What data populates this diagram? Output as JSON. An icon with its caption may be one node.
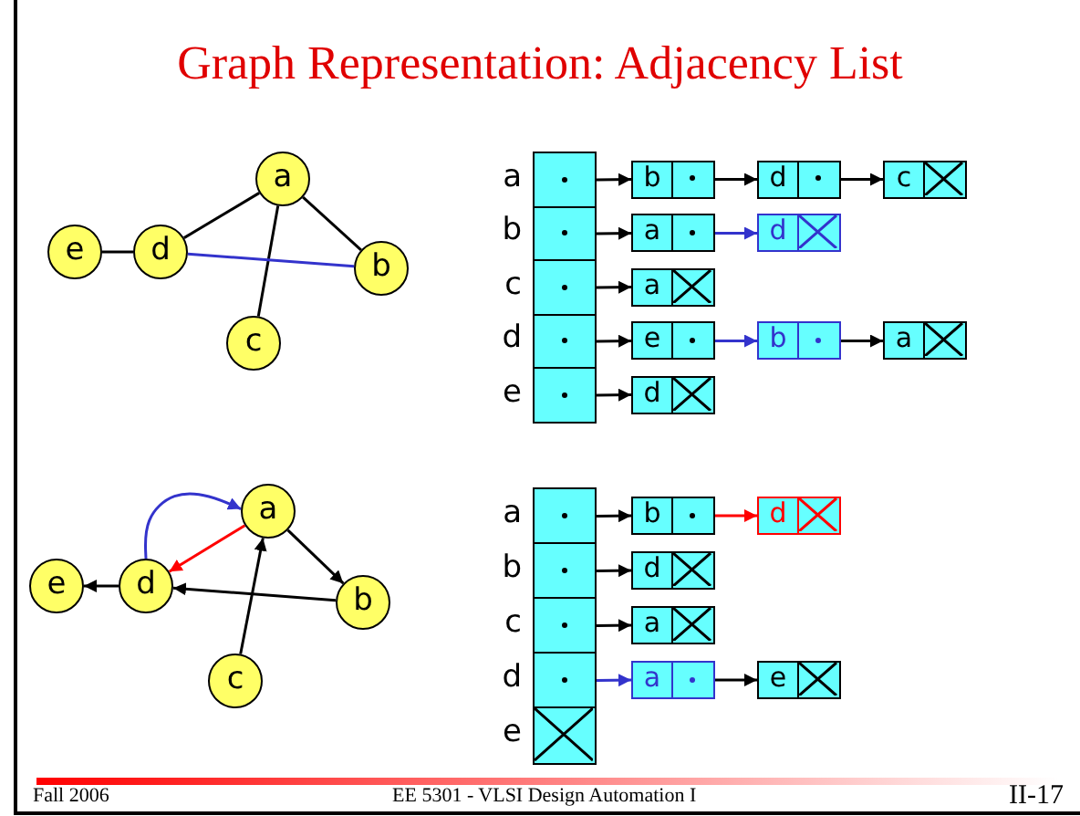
{
  "diagram": {
    "title": "Graph Representation: Adjacency List",
    "nodes": [
      {
        "text": [
          "a"
        ]
      },
      {
        "text": [
          "b"
        ]
      },
      {
        "text": [
          "c"
        ]
      },
      {
        "text": [
          "d"
        ]
      },
      {
        "text": [
          "e"
        ]
      },
      {
        "text": [],
        "shape": "box",
        "beside": [
          "a"
        ]
      },
      {
        "text": [],
        "shape": "box",
        "beside": [
          "b"
        ]
      },
      {
        "text": [],
        "shape": "box",
        "beside": [
          "c"
        ]
      },
      {
        "text": [],
        "shape": "box",
        "beside": [
          "d"
        ]
      },
      {
        "text": [],
        "shape": "box",
        "beside": [
          "e"
        ]
      },
      {
        "text": [
          "b"
        ]
      },
      {
        "text": [
          "d"
        ]
      },
      {
        "text": [
          "c"
        ]
      },
      {
        "text": [
          "a"
        ]
      },
      {
        "text": [
          "d"
        ]
      },
      {
        "text": [
          "a"
        ]
      },
      {
        "text": [
          "e"
        ]
      },
      {
        "text": [
          "b"
        ]
      },
      {
        "text": [
          "a"
        ]
      },
      {
        "text": [
          "d"
        ]
      },
      {
        "text": [
          "a"
        ]
      },
      {
        "text": [
          "b"
        ]
      },
      {
        "text": [
          "c"
        ]
      },
      {
        "text": [
          "d"
        ]
      },
      {
        "text": [
          "e"
        ]
      },
      {
        "text": [],
        "shape": "box",
        "beside": [
          "a"
        ]
      },
      {
        "text": [],
        "shape": "box",
        "beside": [
          "b"
        ]
      },
      {
        "text": [],
        "shape": "box",
        "beside": [
          "c"
        ]
      },
      {
        "text": [],
        "shape": "box",
        "beside": [
          "d"
        ]
      },
      {
        "text": [],
        "shape": "box",
        "beside": [
          "e"
        ]
      },
      {
        "text": [
          "b"
        ]
      },
      {
        "text": [
          "d"
        ]
      },
      {
        "text": [
          "d"
        ]
      },
      {
        "text": [
          "a"
        ]
      },
      {
        "text": [
          "a"
        ]
      },
      {
        "text": [
          "e"
        ]
      }
    ],
    "edges": [
      {
        "from": 3,
        "to": 0,
        "arrow": "none"
      },
      {
        "from": 0,
        "to": 1,
        "arrow": "none"
      },
      {
        "from": 0,
        "to": 2,
        "arrow": "none"
      },
      {
        "from": 4,
        "to": 3,
        "arrow": "none"
      },
      {
        "from": 3,
        "to": 1,
        "arrow": "none",
        "color": "#3333cc"
      },
      {
        "from": 5,
        "to": 10,
        "arrow": "to"
      },
      {
        "from": 10,
        "to": 11,
        "arrow": "to"
      },
      {
        "from": 11,
        "to": 12,
        "arrow": "to"
      },
      {
        "from": 6,
        "to": 13,
        "arrow": "to"
      },
      {
        "from": 13,
        "to": 14,
        "arrow": "to",
        "color": "#3333cc"
      },
      {
        "from": 7,
        "to": 15,
        "arrow": "to"
      },
      {
        "from": 8,
        "to": 16,
        "arrow": "to"
      },
      {
        "from": 16,
        "to": 17,
        "arrow": "to",
        "color": "#3333cc"
      },
      {
        "from": 17,
        "to": 18,
        "arrow": "to"
      },
      {
        "from": 9,
        "to": 19,
        "arrow": "to"
      },
      {
        "from": 20,
        "to": 21,
        "arrow": "to"
      },
      {
        "from": 21,
        "to": 23,
        "arrow": "to"
      },
      {
        "from": 22,
        "to": 20,
        "arrow": "to"
      },
      {
        "from": 23,
        "to": 24,
        "arrow": "to"
      },
      {
        "from": 20,
        "to": 23,
        "arrow": "to",
        "color": "#ff0000"
      },
      {
        "from": 23,
        "to": 20,
        "arrow": "to",
        "color": "#3333cc"
      },
      {
        "from": 25,
        "to": 30,
        "arrow": "to"
      },
      {
        "from": 30,
        "to": 31,
        "arrow": "to",
        "color": "#ff0000"
      },
      {
        "from": 26,
        "to": 32,
        "arrow": "to"
      },
      {
        "from": 27,
        "to": 33,
        "arrow": "to"
      },
      {
        "from": 28,
        "to": 34,
        "arrow": "to",
        "color": "#3333cc"
      },
      {
        "from": 34,
        "to": 35,
        "arrow": "to"
      }
    ],
    "labels": [
      "Fall 2006",
      "EE 5301 - VLSI Design Automation I",
      "II-17"
    ]
  }
}
